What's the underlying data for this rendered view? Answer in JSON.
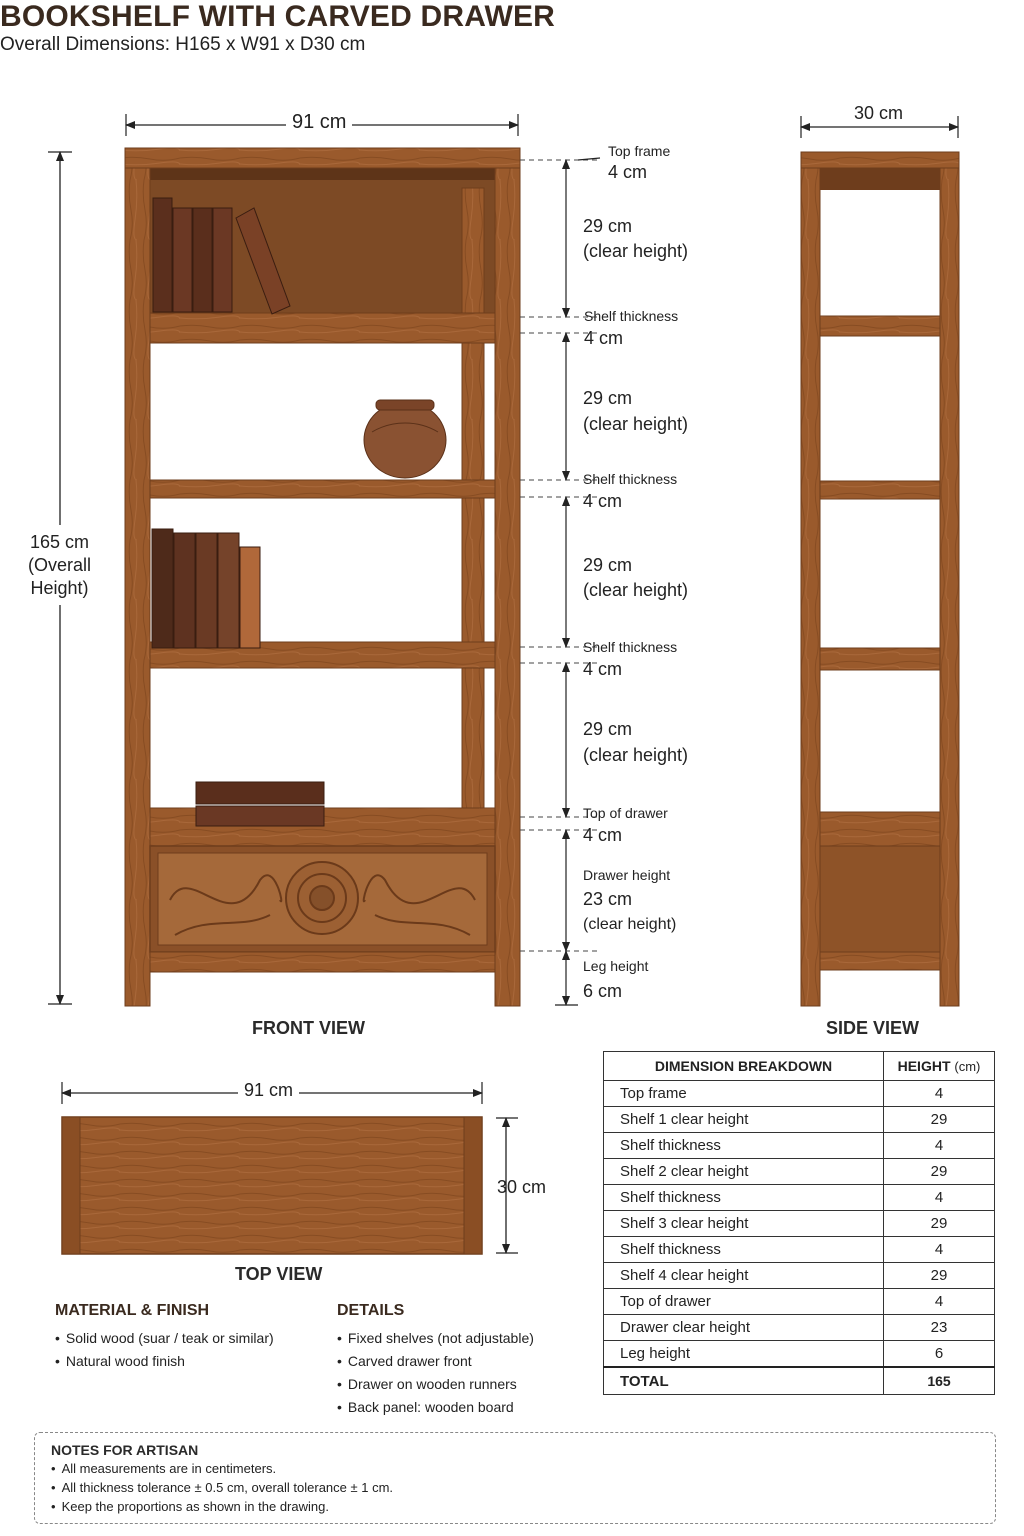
{
  "title": "BOOKSHELF WITH CARVED DRAWER",
  "subtitle": "Overall Dimensions:  H165 x W91 x D30 cm",
  "front_view": {
    "label": "FRONT VIEW",
    "width_dim": "91 cm",
    "height_dim": [
      "165 cm",
      "(Overall",
      "Height)"
    ],
    "callouts": [
      {
        "title": "Top frame",
        "value": "4 cm"
      },
      {
        "value": "29 cm",
        "note": "(clear height)"
      },
      {
        "title": "Shelf thickness",
        "value": "4 cm"
      },
      {
        "value": "29 cm",
        "note": "(clear height)"
      },
      {
        "title": "Shelf thickness",
        "value": "4 cm"
      },
      {
        "value": "29 cm",
        "note": "(clear height)"
      },
      {
        "title": "Shelf thickness",
        "value": "4 cm"
      },
      {
        "value": "29 cm",
        "note": "(clear height)"
      },
      {
        "title": "Top of drawer",
        "value": "4 cm"
      },
      {
        "title": "Drawer height",
        "value": "23 cm",
        "note": "(clear height)"
      },
      {
        "title": "Leg height",
        "value": "6 cm"
      }
    ]
  },
  "side_view": {
    "label": "SIDE VIEW",
    "depth_dim": "30 cm"
  },
  "top_view": {
    "label": "TOP VIEW",
    "width_dim": "91 cm",
    "depth_dim": "30 cm"
  },
  "breakdown": {
    "header": {
      "name": "DIMENSION BREAKDOWN",
      "height": "HEIGHT",
      "unit": "(cm)"
    },
    "rows": [
      {
        "name": "Top frame",
        "value": "4"
      },
      {
        "name": "Shelf 1 clear height",
        "value": "29"
      },
      {
        "name": "Shelf thickness",
        "value": "4"
      },
      {
        "name": "Shelf 2 clear height",
        "value": "29"
      },
      {
        "name": "Shelf thickness",
        "value": "4"
      },
      {
        "name": "Shelf 3 clear height",
        "value": "29"
      },
      {
        "name": "Shelf thickness",
        "value": "4"
      },
      {
        "name": "Shelf 4 clear height",
        "value": "29"
      },
      {
        "name": "Top of drawer",
        "value": "4"
      },
      {
        "name": "Drawer clear height",
        "value": "23"
      },
      {
        "name": "Leg height",
        "value": "6"
      }
    ],
    "total": {
      "name": "TOTAL",
      "value": "165"
    }
  },
  "material": {
    "title": "MATERIAL & FINISH",
    "items": [
      "Solid wood (suar / teak or similar)",
      "Natural wood finish"
    ]
  },
  "details": {
    "title": "DETAILS",
    "items": [
      "Fixed shelves (not adjustable)",
      "Carved drawer front",
      "Drawer on wooden runners",
      "Back panel: wooden board"
    ]
  },
  "notes": {
    "title": "NOTES FOR ARTISAN",
    "items": [
      "All measurements are in centimeters.",
      "All thickness tolerance ± 0.5 cm, overall tolerance ± 1 cm.",
      "Keep the proportions as shown in the drawing."
    ]
  },
  "colors": {
    "wood": "#9a5a2c",
    "wood_dark": "#6e3d1c",
    "wood_light": "#b87a45",
    "back_panel": "#7d4a25",
    "line": "#222222"
  }
}
